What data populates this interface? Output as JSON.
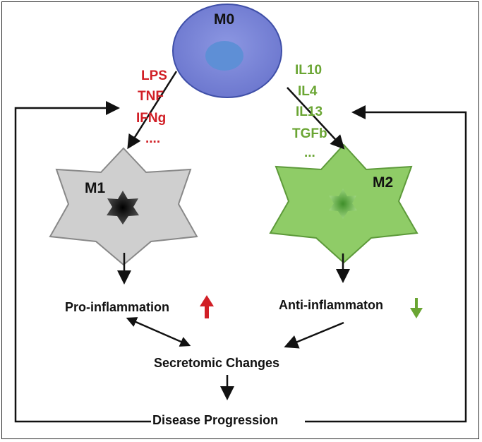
{
  "nodes": {
    "m0": "M0",
    "m1": "M1",
    "m2": "M2"
  },
  "m1_stimuli": [
    "LPS",
    "TNF",
    "IFNg",
    "...."
  ],
  "m2_stimuli": [
    "IL10",
    "IL4",
    "IL13",
    "TGFb",
    "..."
  ],
  "effects": {
    "pro": "Pro-inflammation",
    "anti": "Anti-inflammaton",
    "secretome": "Secretomic Changes",
    "disease": "Disease Progression"
  },
  "colors": {
    "m0_fill": "#7b86d8",
    "m0_nucleus": "#5e8fd6",
    "m1_fill": "#cfcfcf",
    "m2_fill": "#8fcc67",
    "stim_red": "#d11f26",
    "stim_green": "#6aa533",
    "arrow": "#111111"
  }
}
